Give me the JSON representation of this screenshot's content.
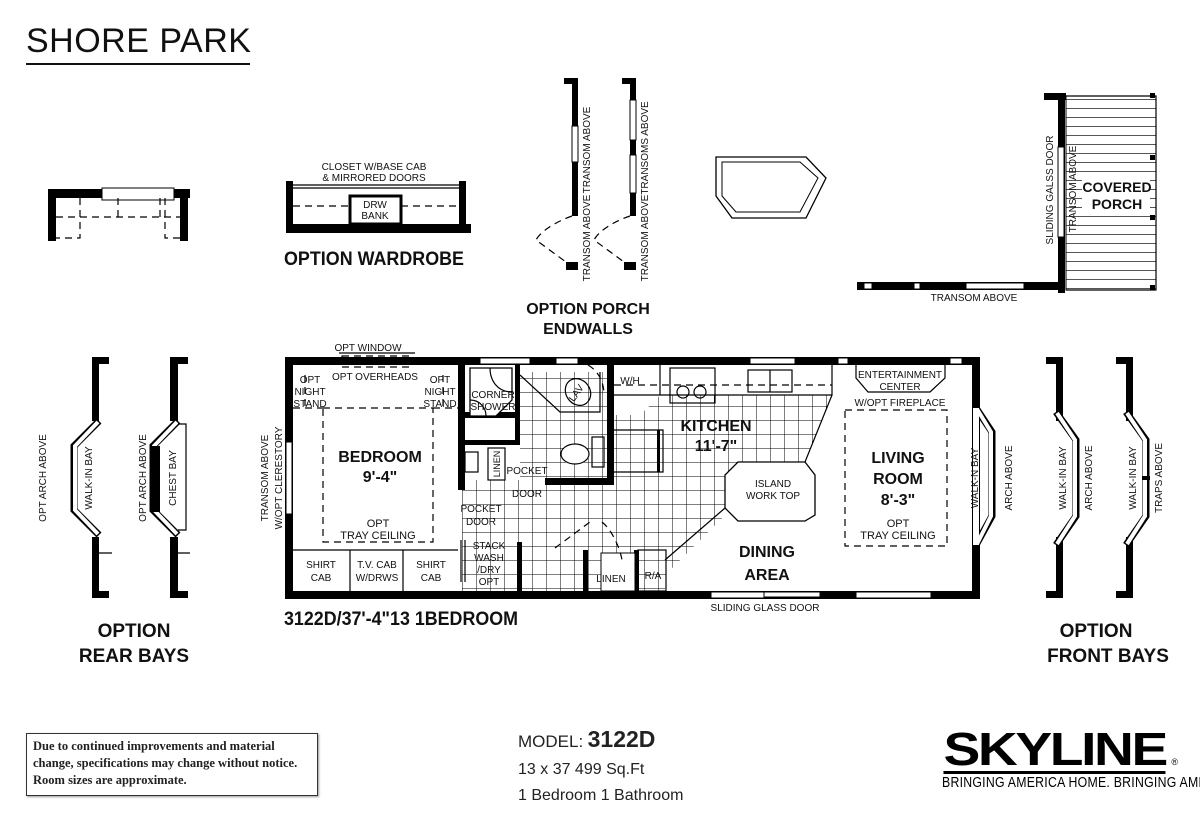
{
  "title": "SHORE PARK",
  "plan": {
    "model_caption": "3122D/37'-4\"13 1BEDROOM",
    "rooms": {
      "bedroom": {
        "name": "BEDROOM",
        "size": "9'-4\"",
        "note1": "OPT",
        "note2": "TRAY CEILING"
      },
      "kitchen": {
        "name": "KITCHEN",
        "size": "11'-7\""
      },
      "living": {
        "name": "LIVING",
        "name2": "ROOM",
        "size": "8'-3\"",
        "note1": "OPT",
        "note2": "TRAY CEILING"
      },
      "dining": {
        "name": "DINING",
        "name2": "AREA"
      }
    },
    "labels": {
      "opt_window": "OPT WINDOW",
      "opt_overheads": "OPT OVERHEADS",
      "opt_night_stand_l": [
        "OPT",
        "NIGHT",
        "STAND"
      ],
      "opt_night_stand_r": [
        "OPT",
        "NIGHT",
        "STAND"
      ],
      "corner_shower": [
        "CORNER",
        "SHOWER"
      ],
      "lav": "LAV",
      "wh": "W/H",
      "linen_bath": "LINEN",
      "pocket_door_1": [
        "POCKET",
        "DOOR"
      ],
      "pocket_door_2": [
        "POCKET",
        "DOOR"
      ],
      "stack_wash": [
        "STACK",
        "WASH",
        "/DRY",
        "OPT"
      ],
      "linen_hall": "LINEN",
      "ra": "R/A",
      "shirt_cab_l": [
        "SHIRT",
        "CAB"
      ],
      "tv_cab": [
        "T.V. CAB",
        "W/DRWS"
      ],
      "shirt_cab_r": [
        "SHIRT",
        "CAB"
      ],
      "island": [
        "ISLAND",
        "WORK TOP"
      ],
      "entertainment": [
        "ENTERTAINMENT",
        "CENTER"
      ],
      "fireplace": "W/OPT FIREPLACE",
      "walkn_bay": "WALK-N BAY",
      "arch_above": "ARCH ABOVE",
      "sliding_glass_door": "SLIDING GLASS DOOR",
      "transom_clerestory": [
        "TRANSOM ABOVE",
        "W/OPT CLERESTORY"
      ]
    }
  },
  "options": {
    "wardrobe": {
      "title": "OPTION WARDROBE",
      "closet": [
        "CLOSET W/BASE CAB",
        "& MIRRORED DOORS"
      ],
      "drw_bank": [
        "DRW",
        "BANK"
      ]
    },
    "porch_endwalls": {
      "title": [
        "OPTION PORCH",
        "ENDWALLS"
      ],
      "transom_above": "TRANSOM ABOVE",
      "transoms_above": "TRANSOMS ABOVE"
    },
    "covered_porch": {
      "name": [
        "COVERED",
        "PORCH"
      ],
      "sliding_door": "SLIDING GALSS DOOR",
      "transom_above": "TRANSOM ABOVE",
      "bottom_transom": "TRANSOM ABOVE"
    },
    "rear_bays": {
      "title": [
        "OPTION",
        "REAR BAYS"
      ],
      "walkin_bay": "WALK-IN BAY",
      "chest_bay": "CHEST BAY",
      "opt_arch_above": "OPT ARCH ABOVE"
    },
    "front_bays": {
      "title": [
        "OPTION",
        "FRONT BAYS"
      ],
      "walkin_bay": "WALK-IN BAY",
      "arch_above": "ARCH ABOVE",
      "traps_above": "TRAPS ABOVE"
    }
  },
  "disclaimer": "Due to continued improvements and material change, specifications may change without notice. Room sizes are approximate.",
  "model": {
    "label": "MODEL:",
    "value": "3122D",
    "dimensions": "13 x 37  499 Sq.Ft",
    "rooms": "1 Bedroom 1 Bathroom"
  },
  "logo": {
    "brand": "SKYLINE",
    "tagline": "BRINGING AMERICA HOME. BRINGING AMERICA FUN."
  }
}
